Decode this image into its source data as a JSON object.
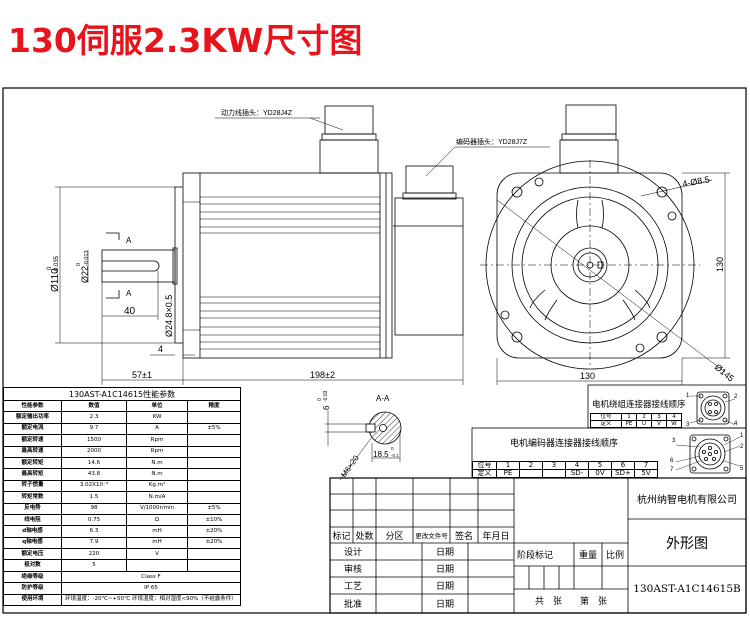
{
  "title": "130伺服2.3KW尺寸图",
  "colors": {
    "title": "#e8141b",
    "line": "#000000"
  },
  "drawing": {
    "power_connector_label": "动力线插头：YD28J4Z",
    "encoder_connector_label": "编码器插头：YD28J7Z",
    "dims": {
      "flange_dia": "Ø110",
      "flange_tol_upper": "0",
      "flange_tol_lower": "-0.035",
      "shaft_dia": "Ø22",
      "shaft_tol_upper": "0",
      "shaft_tol_lower": "-0.013",
      "section_mark": "A",
      "key_length": "40",
      "pilot_dia": "Ø24.8×0.5",
      "flange_thickness": "4",
      "shaft_length": "57±1",
      "body_length": "198±2",
      "hole_spec": "4-Ø8.5",
      "square_width": "130",
      "square_height": "130",
      "pcd": "Ø145"
    },
    "section": {
      "label": "A-A",
      "key_width": "6",
      "key_width_tol": "-0.03",
      "key_width_tol_upper": "0",
      "key_depth": "18.5",
      "key_depth_tol": "-0.1",
      "key_depth_tol_upper": "0",
      "thread": "M6×20"
    }
  },
  "param_table": {
    "title": "130AST-A1C14615性能参数",
    "headers": [
      "性能参数",
      "数值",
      "单位",
      "精度"
    ],
    "rows": [
      [
        "额定输出功率",
        "2.3",
        "KW",
        ""
      ],
      [
        "额定电流",
        "9.7",
        "A",
        "±5%"
      ],
      [
        "额定转速",
        "1500",
        "Rpm",
        ""
      ],
      [
        "最高转速",
        "2000",
        "Rpm",
        ""
      ],
      [
        "额定转矩",
        "14.6",
        "N.m",
        ""
      ],
      [
        "最高转矩",
        "43.8",
        "N.m",
        ""
      ],
      [
        "转子惯量",
        "3.02X10⁻³",
        "Kg.m²",
        ""
      ],
      [
        "转矩常数",
        "1.5",
        "N.m/A",
        ""
      ],
      [
        "反电势",
        "98",
        "V/1000r/min",
        "±5%"
      ],
      [
        "线电阻",
        "0.75",
        "Ω",
        "±10%"
      ],
      [
        "d轴电感",
        "6.3",
        "mH",
        "±20%"
      ],
      [
        "q轴电感",
        "7.9",
        "mH",
        "±20%"
      ],
      [
        "额定电压",
        "220",
        "V",
        ""
      ],
      [
        "极对数",
        "5",
        "",
        ""
      ]
    ],
    "span_rows": [
      [
        "绝缘等级",
        "Class F"
      ],
      [
        "防护等级",
        "IP 65"
      ],
      [
        "使用环境",
        "环境温度：-20℃~+50℃ 环境湿度：相对湿度<90%（不结露条件）"
      ]
    ]
  },
  "winding_connector": {
    "title": "电机绕组连接器接线顺序",
    "row_labels": [
      "位号",
      "定义"
    ],
    "pins": [
      "1",
      "2",
      "3",
      "4"
    ],
    "defs": [
      "PE",
      "U",
      "V",
      "W"
    ],
    "callouts": [
      "1",
      "2",
      "3",
      "4"
    ]
  },
  "encoder_connector": {
    "title": "电机编码器连接器接线顺序",
    "row_labels": [
      "位号",
      "定义"
    ],
    "pins": [
      "1",
      "2",
      "3",
      "4",
      "5",
      "6",
      "7"
    ],
    "defs": [
      "PE",
      "",
      "",
      "SD-",
      "0V",
      "SD+",
      "5V"
    ],
    "callouts": [
      "1",
      "2",
      "3",
      "5",
      "6",
      "7"
    ]
  },
  "title_block": {
    "revision_headers": [
      "标记",
      "处数",
      "分区",
      "更改文件号",
      "签名",
      "年月日"
    ],
    "roles": [
      "设计",
      "审核",
      "工艺",
      "批准"
    ],
    "date_label": "日期",
    "stage_mark": "阶段标记",
    "weight": "重量",
    "scale": "比例",
    "sheets": "共　张　　第　张",
    "company": "杭州纳智电机有限公司",
    "drawing_name": "外形图",
    "model": "130AST-A1C14615B"
  }
}
